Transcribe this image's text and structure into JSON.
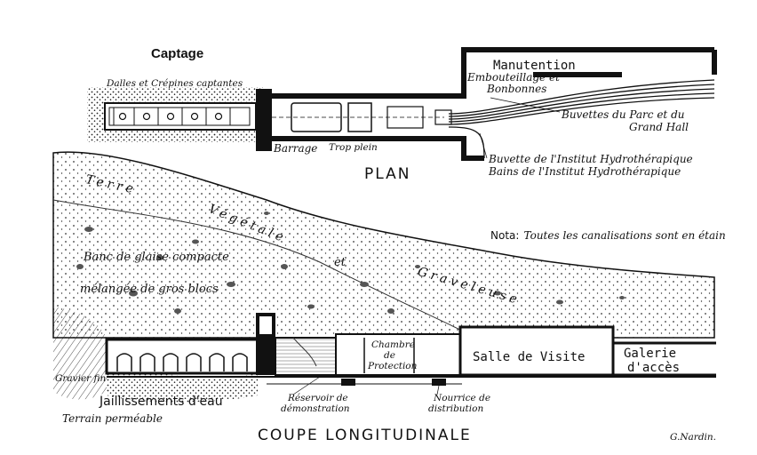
{
  "plan": {
    "captage_label": "Captage",
    "dalles_label": "Dalles et Crépines captantes",
    "barrage_label": "Barrage",
    "trop_plein_label": "Trop plein",
    "manutention_label": "Manutention",
    "embouteillage_label": "Embouteillage et",
    "bonbonnes_label": "Bonbonnes",
    "buvettes_label": "Buvettes du Parc et du",
    "grand_hall_label": "Grand Hall",
    "buvette_institut_label": "Buvette de l'Institut Hydrothérapique",
    "bains_institut_label": "Bains de l'Institut Hydrothérapique",
    "title": "PLAN"
  },
  "coupe": {
    "terre_label": "Terre",
    "vegetale_label": "Végétale",
    "et_label": "et",
    "graveleuse_label": "Graveleuse",
    "nota_prefix": "Nota:",
    "nota_text": "Toutes les canalisations sont en étain",
    "banc_label": "Banc de glaise compacte",
    "melangee_label": "mélangée de gros blocs",
    "chambre_label_1": "Chambre",
    "chambre_label_2": "de",
    "chambre_label_3": "Protection",
    "salle_label": "Salle de Visite",
    "galerie_label_1": "Galerie",
    "galerie_label_2": "d'accès",
    "gravier_label": "Gravier fin",
    "jaillissements_label": "Jaillissements d'eau",
    "terrain_label": "Terrain perméable",
    "reservoir_label_1": "Réservoir de",
    "reservoir_label_2": "démonstration",
    "nourrice_label_1": "Nourrice de",
    "nourrice_label_2": "distribution",
    "title": "COUPE LONGITUDINALE"
  },
  "signature": "G.Nardin."
}
